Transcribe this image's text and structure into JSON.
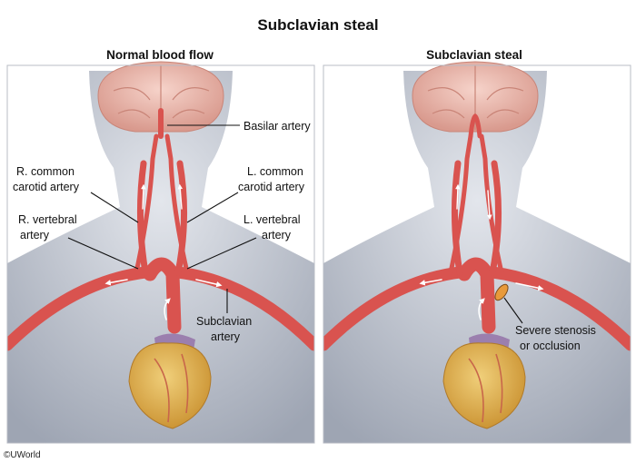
{
  "title": "Subclavian steal",
  "panels": [
    {
      "title": "Normal blood flow"
    },
    {
      "title": "Subclavian steal"
    }
  ],
  "labels": {
    "basilar": "Basilar artery",
    "r_common_carotid": [
      "R. common",
      "carotid  artery"
    ],
    "l_common_carotid": [
      "L. common",
      "carotid artery"
    ],
    "r_vertebral": [
      "R. vertebral",
      "artery"
    ],
    "l_vertebral": [
      "L. vertebral",
      "artery"
    ],
    "subclavian": [
      "Subclavian",
      "artery"
    ],
    "stenosis": [
      "Severe stenosis",
      "or occlusion"
    ]
  },
  "copyright": "©UWorld",
  "colors": {
    "artery": "#d9534f",
    "artery_dark": "#a93a37",
    "skin": "#c9ced8",
    "brain": "#eebcb2",
    "heart": "#e0b455",
    "heart_vessel": "#9b7fae",
    "plaque": "#e89a3a"
  }
}
